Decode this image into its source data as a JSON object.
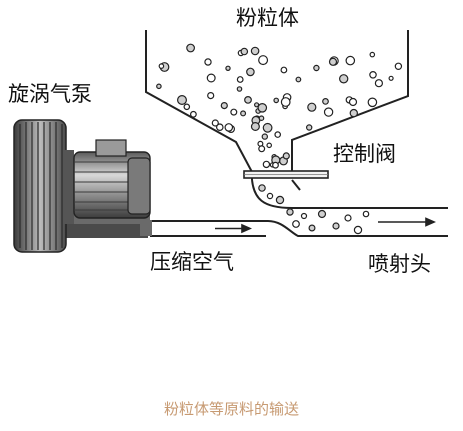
{
  "labels": {
    "powder": "粉粒体",
    "pump": "旋涡气泵",
    "valve": "控制阀",
    "air": "压缩空气",
    "nozzle": "喷射头"
  },
  "caption": "粉粒体等原料的输送",
  "colors": {
    "line": "#222222",
    "pump_body": "#8e8e8e",
    "pump_dark": "#3a3a3a",
    "caption": "#c79a72"
  }
}
